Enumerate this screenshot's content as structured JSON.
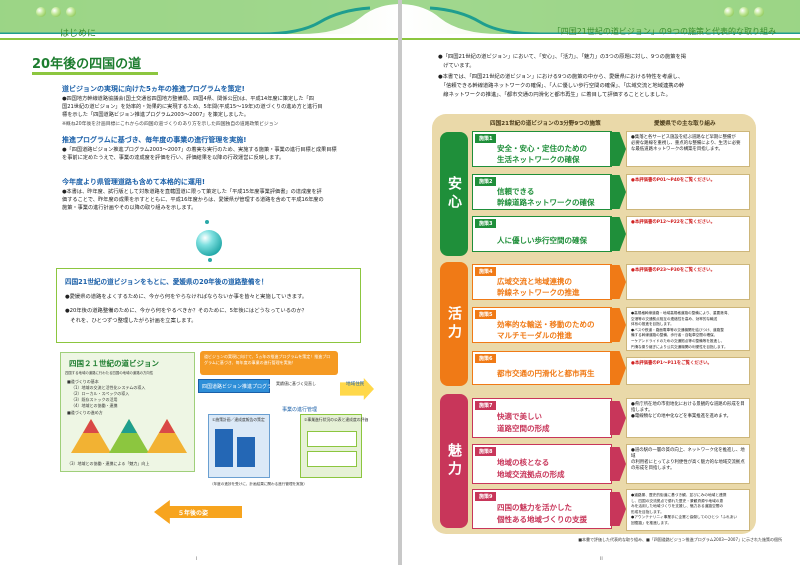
{
  "left": {
    "header": "はじめに",
    "title": "20年後の四国の道",
    "sec1": {
      "heading": "道ビジョンの実現に向けた5ヵ年の推進プログラムを策定!",
      "lines": [
        "●四国地方幹線道路協議会(国土交通省四国地方整備局、四国4県、関係公団)は、平成14年度に策定した「四",
        "国21世紀の道ビジョン」を効率的・効果的に実現するため、5年間(平成15〜19年)の道づくりの進め方と進行目",
        "標を示した「四国道路ビジョン推進プログラム2003〜2007」を策定しました。",
        "※概ね20年後を計画目標にこれからの四国の道づくりのあり方を示した四国独自の道路政策ビジョン"
      ]
    },
    "sec2": {
      "heading": "推進プログラムに基づき、毎年度の事業の進行管理を実施!",
      "lines": [
        "●「四国道路ビジョン推進プログラム2003〜2007」の着実な実行のため、実施する施策・事業の進行目標と成果目標",
        "を事前に定めたうえで、事業の達成度を評価を行い、評価結果を以降の行政運営に反映します。"
      ]
    },
    "sec3": {
      "heading": "今年度より県管理道路も含めて本格的に運用!",
      "lines": [
        "●本書は、昨年度、試行版として対象道路を直轄国道に限って策定した「平成15年度事業評価書」の達成度を評",
        "価することで、昨年度の成果を示すとともに、平成16年度からは、愛媛県が管理する道路を含めて平成16年度の",
        "施策・事業の進行計画やその以降の取り組みを示します。"
      ]
    },
    "box": {
      "heading": "四国21世紀の道ビジョンをもとに、愛媛県の20年後の道路整備を！",
      "lines": [
        "●愛媛県の道路をよくするために、今から何をやらなければならないか事を皆々と実施していきます。",
        "●20年後の道路整備のために、今から何をやるべきか？そのために、5年後にはどうなっているのか？",
        "　それを、ひとつずつ整理したがら計画を立案します。"
      ]
    },
    "diagram": {
      "vision_title": "四国２１世紀の道ビジョン",
      "vision_sub": "四国する地域の道路に行わたる四国の地域の道路の方向性",
      "vision_items": [
        "■道づくりの基本",
        "（1）地域の交流と活性化システムの導入",
        "（2）ローカル・スペックの導入",
        "（3）既存ストックの活用",
        "（4）地域との協働・連携",
        "■道づくりの進め方"
      ],
      "pyramid_caption": "（3）地域との協働・連携による「魅力」向上",
      "callout": "道ビジョンの実現に向けて、5ヵ年の推進プログラムを策定！推進プログラムに基づき、毎年度の事業の進行管理を実施！",
      "program_title": "四国道路ビジョン推進プログラム",
      "feedback": "実績値に基づく見直し",
      "region": "地域住民",
      "management": "事業の進行管理",
      "plan_label": "①施策計画／達成度報告の策定",
      "eval_label": "②事業進行状況の公表と達成度の評価",
      "process_label": "（年度の進捗を受けに、計画結果に関わる進行管理を実施）",
      "arrow": "５年後の姿"
    },
    "footer": "i"
  },
  "right": {
    "header": "「四国21世紀の道ビジョン」の9つの施策と代表的な取り組み",
    "intro": [
      "●「四国21世紀の道ビジョン」において、「安心」、「活力」、「魅力」の3つの原題に対し、9つの施策を掲",
      "　げています。",
      "●本書では、「四国21世紀の道ビジョン」における9つの施策の中から、愛媛県における特性を考慮し、",
      "　「信頼できる幹線道路ネットワークの確保」、「人に優しい歩行空間の確保」、「広域交流と地域連携の幹",
      "　線ネットワークの推進」、「都市交通の円滑化と都市再生」に着目して評価することとしました。"
    ],
    "col_left": "四国21世紀の道ビジョンの3分野9つの施策",
    "col_right": "愛媛県での主な取り組み",
    "sections": [
      {
        "name": "安心",
        "color": "#1f8f3a"
      },
      {
        "name": "活力",
        "color": "#f07a16"
      },
      {
        "name": "魅力",
        "color": "#c8365a"
      }
    ],
    "measures": [
      {
        "tag": "施策1",
        "title": [
          "安全・安心・定住のための",
          "生活ネットワークの確保"
        ],
        "detail": [
          "●集落と各サービス施設を結ぶ道路など早期に整備が",
          "必要な路線を重視し、重点的な整備により、生活に必要",
          "な最低道路ネットワークの構築を目指します。"
        ]
      },
      {
        "tag": "施策2",
        "title": [
          "信頼できる",
          "幹線道路ネットワークの確保"
        ],
        "detail": [
          "●本評価書のP01〜P40をご覧ください。"
        ]
      },
      {
        "tag": "施策3",
        "title": [
          "人に優しい歩行空間の確保"
        ],
        "detail": [
          "●本評価書のP12〜P22をご覧ください。"
        ]
      },
      {
        "tag": "施策4",
        "title": [
          "広域交流と地域連携の",
          "幹線ネットワークの推進"
        ],
        "detail": [
          "●本評価書のP23〜P30をご覧ください。"
        ]
      },
      {
        "tag": "施策5",
        "title": [
          "効率的な輸送・移動のための",
          "マルチモーダルの推進"
        ],
        "detail": [
          "●高規格幹線道路・地域高規格道路の整備により、重要港湾、",
          "空港等の交通拠点相互の連絡性を高め、効率的な輸送",
          "体系の推進を目指します。",
          "●バスや鉄道・路面電車等の交通機関を結びつけ、道路整",
          "備する幹線道路の整備、歩行者・自転車空間の確保、",
          "ーケアンドライドのための交通拠点等の整備等を推進し、",
          "円滑な乗り継ぎにより公共交通機関の利便性を目指します。"
        ]
      },
      {
        "tag": "施策6",
        "title": [
          "都市交通の円滑化と都市再生"
        ],
        "detail": [
          "●本評価書のP1〜P11をご覧ください。"
        ]
      },
      {
        "tag": "施策7",
        "title": [
          "快適で美しい",
          "道路空間の形成"
        ],
        "detail": [
          "●県庁所在地の市街地化における景観的な道路の形成を目",
          "指します。",
          "●電線類などの地中化などを事業推進を進めます。"
        ]
      },
      {
        "tag": "施策8",
        "title": [
          "地域の核となる",
          "地域交流拠点の形成"
        ],
        "detail": [
          "●道の駅の一層の質の向上、ネットワーク化を推進し、地域",
          "の利用者にとってより利便性が高く魅力的な地域交流拠点",
          "の形成を目指します。"
        ]
      },
      {
        "tag": "施策9",
        "title": [
          "四国の魅力を活かした",
          "個性ある地域づくりの支援"
        ],
        "detail": [
          "●道路景、歴史的街道に基づき観、並びにみの地域と連携",
          "し、四国の交流拠点で優れた歴史・景観資源や地域の恵",
          "みを活用した地域づくりを支援し、魅力ある道路空間の",
          "形成を目指します。",
          "●アウンテナリニィ事業手に企業と協働してのひとつ「ふれあい",
          "回復路」を推進します。"
        ]
      }
    ],
    "note": "■本書で評価した代表的な取り組み、■「四国道路ビジョン推進プログラム2003〜2007」に示された施策の個所",
    "footer": "ii"
  }
}
